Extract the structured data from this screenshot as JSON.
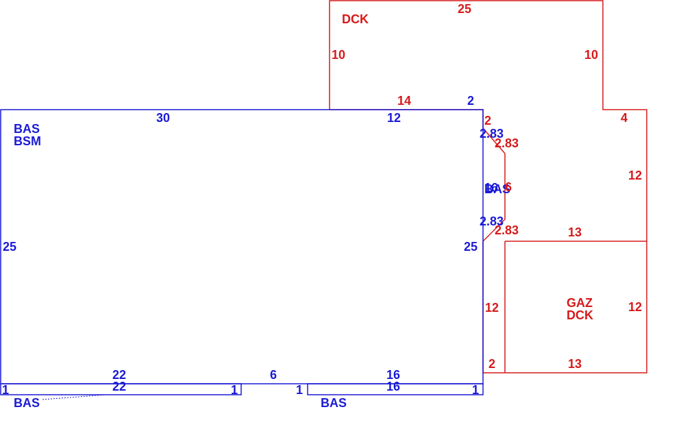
{
  "colors": {
    "primary_area": "#1a1ad6",
    "secondary_area": "#d61a1a"
  },
  "labels": {
    "main": {
      "code1": "BAS",
      "code2": "BSM"
    },
    "left_strip": "BAS",
    "right_strip": "BAS",
    "bay": "BAS",
    "deck": "DCK",
    "garage": {
      "code1": "GAZ",
      "code2": "DCK"
    }
  },
  "dims": {
    "main_top_left": "30",
    "main_top_right": "12",
    "main_left": "25",
    "main_right": "25",
    "main_bottom_left": "22",
    "main_bottom_mid": "6",
    "main_bottom_right": "16",
    "strip_left_bottom": "22",
    "strip_right_bottom": "16",
    "strip_left_end_a": "1",
    "strip_left_end_b": "1",
    "strip_right_end_a": "1",
    "strip_right_end_b": "1",
    "bay_diag_top": "2.83",
    "bay_diag_bottom": "2.83",
    "bay_side": "16",
    "deck_top": "25",
    "deck_left": "10",
    "deck_right": "10",
    "deck_bottom": "14",
    "deck_notch": "2",
    "red_notch_top": "2",
    "red_diag_top": "2.83",
    "red_diag_bottom": "2.83",
    "red_bay_side": "6",
    "red_step": "4",
    "red_right_upper": "12",
    "red_garage_top": "13",
    "red_left_lower": "12",
    "red_notch_bottom": "2",
    "garage_right": "12",
    "garage_bottom": "13"
  }
}
